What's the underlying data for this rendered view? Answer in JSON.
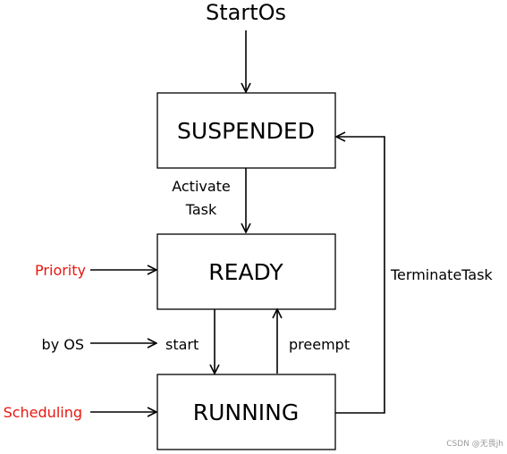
{
  "diagram": {
    "entry_label": "StartOs",
    "states": {
      "suspended": "SUSPENDED",
      "ready": "READY",
      "running": "RUNNING"
    },
    "edge_labels": {
      "activate_line1": "Activate",
      "activate_line2": "Task",
      "start": "start",
      "preempt": "preempt",
      "terminate": "TerminateTask"
    },
    "external_inputs": {
      "priority": "Priority",
      "by_os": "by OS",
      "scheduling": "Scheduling"
    },
    "colors": {
      "highlight": "#e8170f",
      "line": "#000000"
    }
  },
  "watermark": "CSDN @无畏jh"
}
